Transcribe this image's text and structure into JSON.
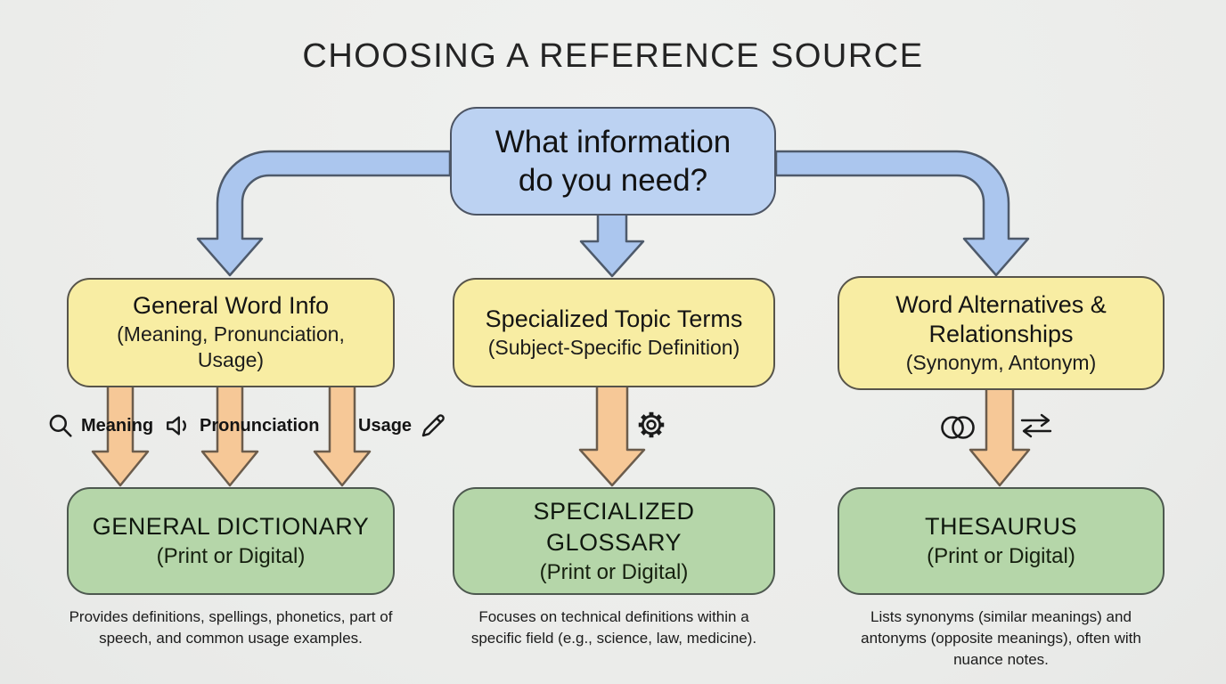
{
  "title": "CHOOSING A REFERENCE SOURCE",
  "colors": {
    "background": "#ebecea",
    "question_fill": "#bcd2f2",
    "blue_arrow": "#abc6ee",
    "category_fill": "#f8eda3",
    "orange_arrow": "#f6c897",
    "source_fill": "#b5d6a9",
    "text": "#1a1a1a"
  },
  "root_question": {
    "lines": [
      "What information",
      "do you need?"
    ]
  },
  "columns": [
    {
      "category": {
        "heading": "General Word Info",
        "detail": "(Meaning, Pronunciation, Usage)"
      },
      "features": [
        {
          "icon": "search-icon",
          "label": "Meaning"
        },
        {
          "icon": "speaker-icon",
          "label": "Pronunciation"
        },
        {
          "icon": "pencil-icon",
          "label": "Usage"
        }
      ],
      "source": {
        "heading": "GENERAL DICTIONARY",
        "detail": "(Print or Digital)"
      },
      "description": "Provides definitions, spellings, phonetics, part of speech, and common usage examples."
    },
    {
      "category": {
        "heading": "Specialized Topic Terms",
        "detail": "(Subject-Specific Definition)"
      },
      "features": [
        {
          "icon": "gear-icon",
          "label": ""
        }
      ],
      "source": {
        "heading": "SPECIALIZED GLOSSARY",
        "detail": "(Print or Digital)"
      },
      "description": "Focuses on technical definitions within a specific field (e.g., science, law, medicine)."
    },
    {
      "category": {
        "heading": "Word Alternatives & Relationships",
        "detail": "(Synonym, Antonym)"
      },
      "features": [
        {
          "icon": "venn-circles-icon",
          "label": ""
        },
        {
          "icon": "swap-arrows-icon",
          "label": ""
        }
      ],
      "source": {
        "heading": "THESAURUS",
        "detail": "(Print or Digital)"
      },
      "description": "Lists synonyms (similar meanings) and antonyms (opposite meanings), often with nuance notes."
    }
  ]
}
